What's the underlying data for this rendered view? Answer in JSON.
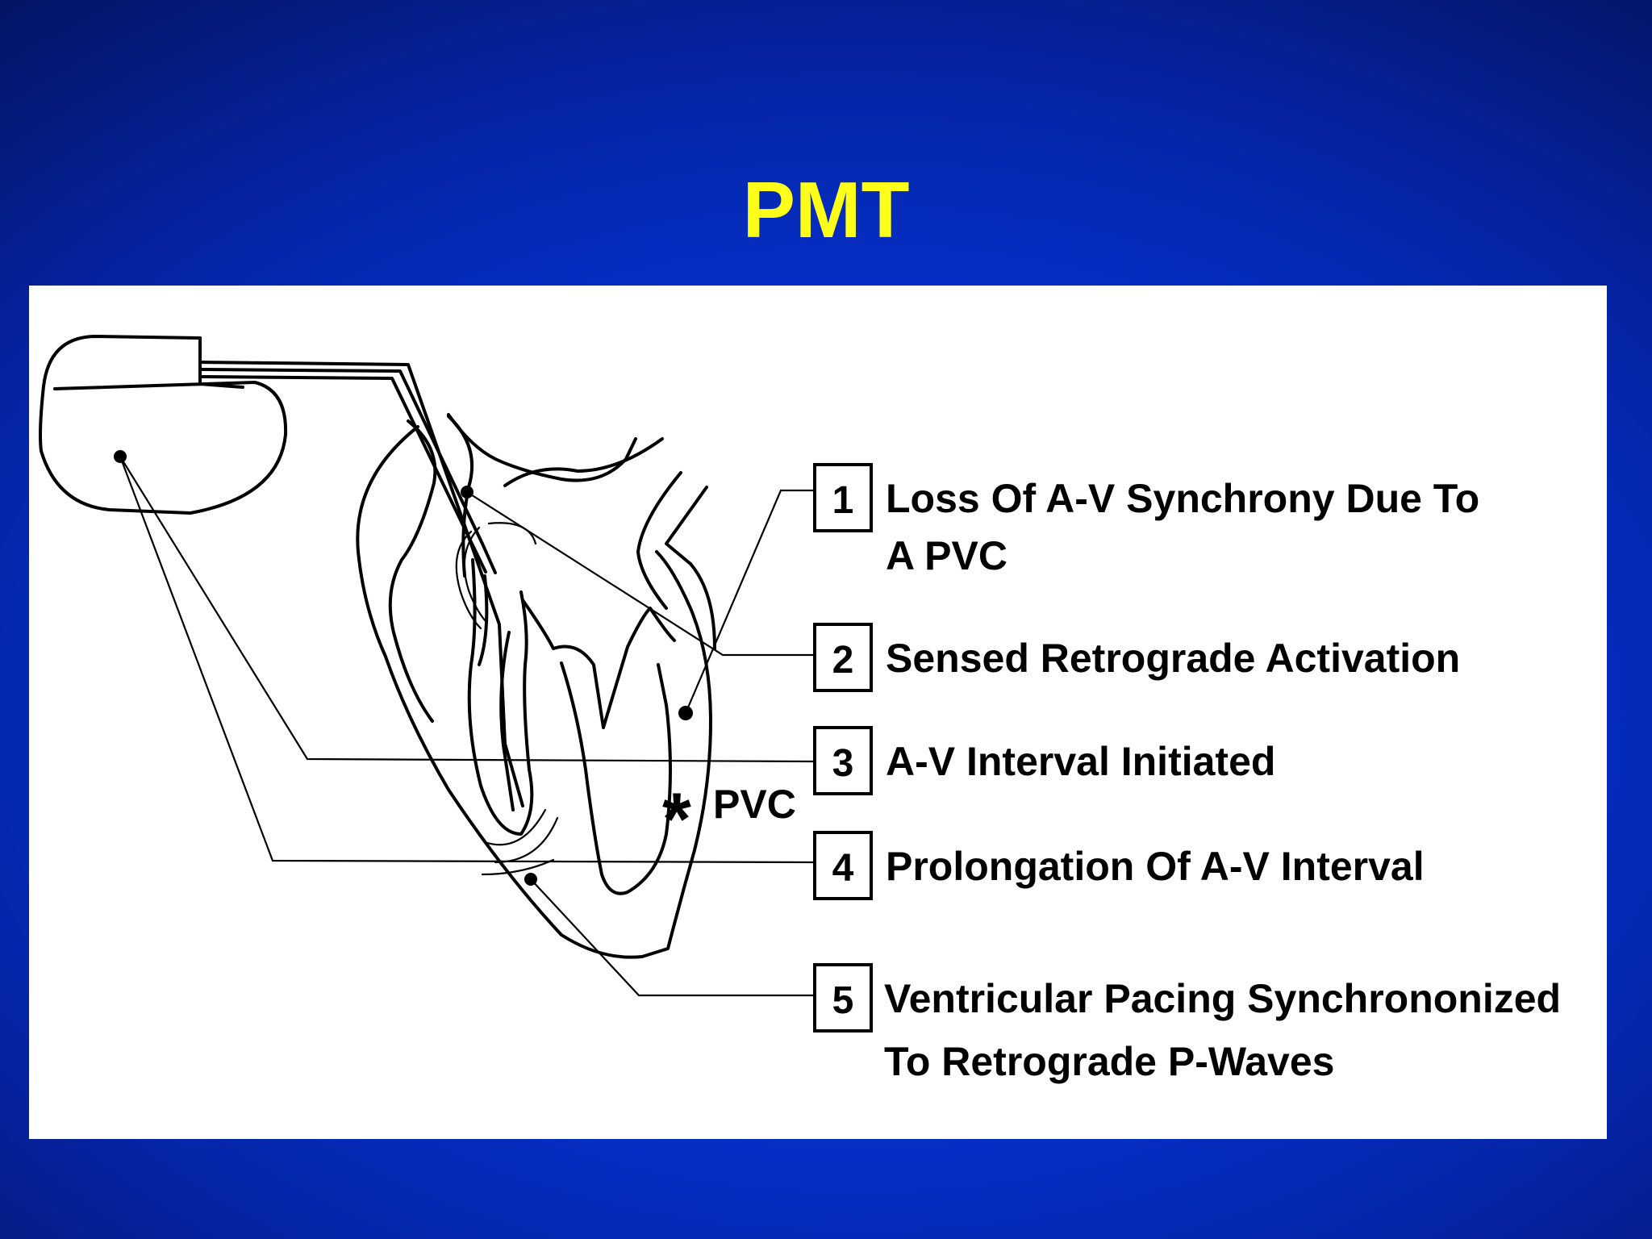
{
  "title": "PMT",
  "diagram": {
    "pvc_label": "PVC",
    "pvc_marker": "*",
    "steps": [
      {
        "number": "1",
        "lines": [
          "Loss Of A-V Synchrony Due To",
          "A PVC"
        ]
      },
      {
        "number": "2",
        "lines": [
          "Sensed Retrograde Activation"
        ]
      },
      {
        "number": "3",
        "lines": [
          "A-V Interval Initiated"
        ]
      },
      {
        "number": "4",
        "lines": [
          "Prolongation Of A-V Interval"
        ]
      },
      {
        "number": "5",
        "lines": [
          "Ventricular Pacing Synchrononized",
          "To Retrograde P-Waves"
        ]
      }
    ]
  }
}
